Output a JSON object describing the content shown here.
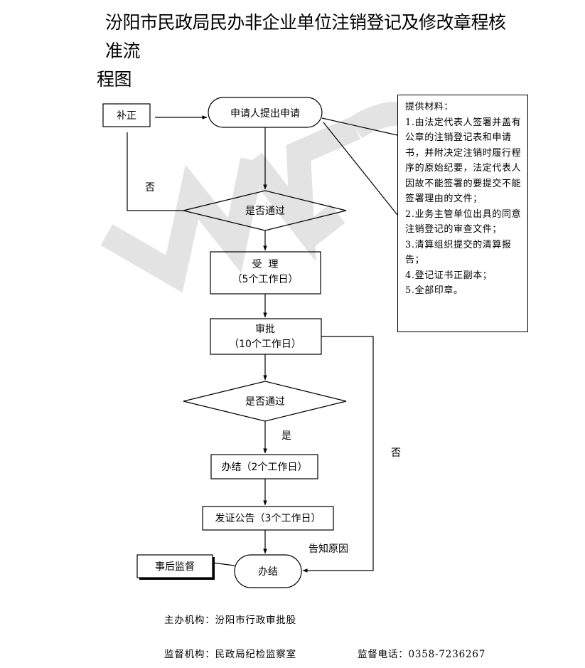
{
  "title": {
    "line1": "汾阳市民政局民办非企业单位注销登记及修改章程核准流",
    "line2": "程图"
  },
  "flow": {
    "supplement": "补正",
    "apply": "申请人提出申请",
    "check1": "是否通过",
    "accept_line1": "受  理",
    "accept_line2": "（5个工作日）",
    "approve_line1": "审批",
    "approve_line2": "（10个工作日）",
    "check2": "是否通过",
    "finish_days": "办结（2个工作日）",
    "issue": "发证公告（3个工作日）",
    "finish": "办结",
    "supervise_after": "事后监督",
    "no1": "否",
    "yes": "是",
    "no2": "否",
    "notify_reason": "告知原因"
  },
  "materials": {
    "header": "提供材料：",
    "items": [
      "1.由法定代表人签署并盖有公章的注销登记表和申请书，并附决定注销时履行程序的原始纪要，法定代表人因故不能签署的要提交不能签署理由的文件；",
      "2.业务主管单位出具的同意注销登记的审查文件；",
      "3.清算组织提交的清算报告；",
      "4.登记证书正副本；",
      "5.全部印章。"
    ]
  },
  "footer": {
    "host": "主办机构：汾阳市行政审批股",
    "supervisor": "监督机构：民政局纪检监察室",
    "phone": "监督电话：0358-7236267"
  },
  "watermark": {
    "color": "#e3e3e3"
  }
}
